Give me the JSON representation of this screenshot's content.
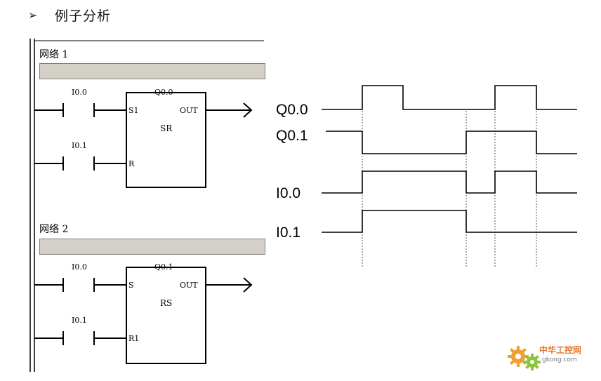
{
  "header": {
    "bullet": "➢",
    "title": "例子分析"
  },
  "ladder": {
    "network1": {
      "label": "网络 1",
      "contact_top": "I0.0",
      "contact_bottom": "I0.1",
      "coil": "Q0.0",
      "block_type": "SR",
      "pin_set": "S1",
      "pin_reset": "R",
      "pin_out": "OUT"
    },
    "network2": {
      "label": "网络 2",
      "contact_top": "I0.0",
      "contact_bottom": "I0.1",
      "coil": "Q0.1",
      "block_type": "RS",
      "pin_set": "S",
      "pin_reset": "R1",
      "pin_out": "OUT"
    }
  },
  "timing": {
    "signals": [
      {
        "name": "Q0.0",
        "levels": [
          0,
          1,
          0,
          0,
          1,
          0
        ]
      },
      {
        "name": "Q0.1",
        "levels": [
          1,
          0,
          0,
          1,
          1,
          0
        ]
      },
      {
        "name": "I0.0",
        "levels": [
          0,
          1,
          1,
          0,
          1,
          0
        ]
      },
      {
        "name": "I0.1",
        "levels": [
          0,
          1,
          1,
          0,
          0,
          0
        ]
      }
    ]
  },
  "watermark": {
    "brand": "中华工控网",
    "site": "gkong.com"
  }
}
